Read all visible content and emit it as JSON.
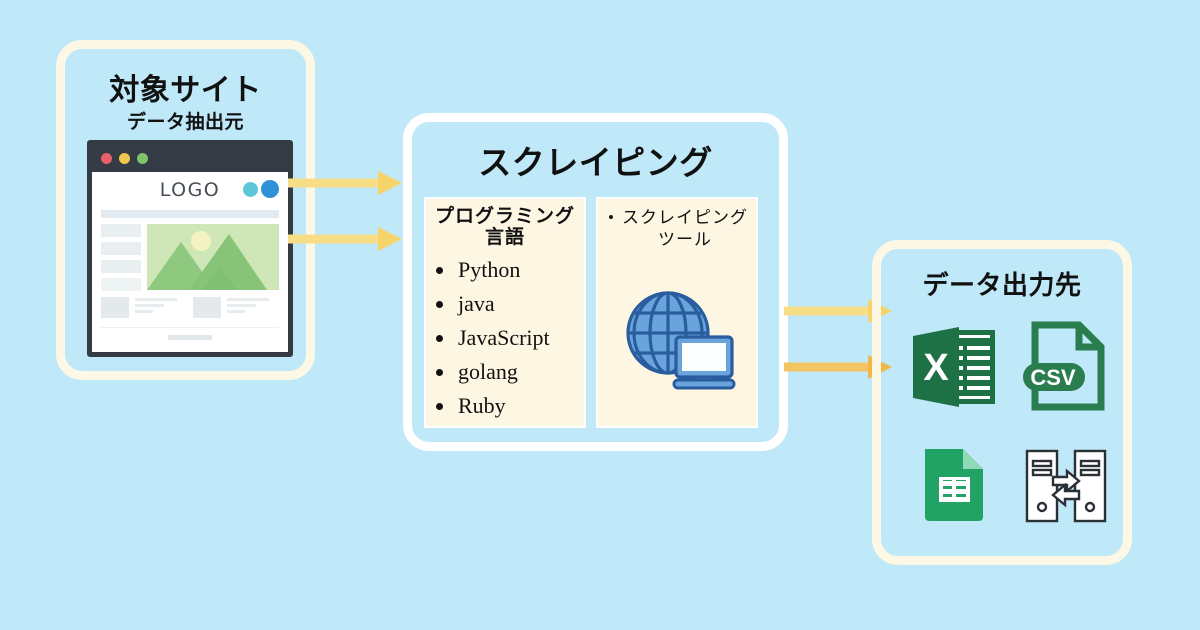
{
  "diagram": {
    "background_color": "#bfe8f8",
    "panel_border_cream": "#fdf8e6",
    "panel_border_white": "#ffffff",
    "subbox_background": "#fdf6e3",
    "arrow_color": "#f5d873",
    "arrow_color_alt": "#f5b942"
  },
  "source_panel": {
    "title": "対象サイト",
    "subtitle": "データ抽出元",
    "browser": {
      "logo_text": "LOGO",
      "traffic_lights": [
        "red-dot",
        "yellow-dot",
        "green-dot"
      ],
      "logo_circles": [
        "teal-circle",
        "blue-circle"
      ],
      "hero_image": "mountain-landscape-placeholder"
    }
  },
  "scraping_panel": {
    "title": "スクレイピング",
    "languages_box": {
      "heading_line1": "プログラミング",
      "heading_line2": "言語",
      "items": [
        "Python",
        "java",
        "JavaScript",
        "golang",
        "Ruby"
      ]
    },
    "tools_box": {
      "bullet": "•",
      "heading_line1": "スクレイピング",
      "heading_line2": "ツール",
      "icon": "globe-computer-icon"
    }
  },
  "output_panel": {
    "title": "データ出力先",
    "icons": [
      {
        "name": "excel-icon",
        "label": "X",
        "color": "#1e7145"
      },
      {
        "name": "csv-file-icon",
        "label": "CSV",
        "color": "#2a7d4f"
      },
      {
        "name": "google-sheets-icon",
        "label": "sheets-grid",
        "color": "#21a366"
      },
      {
        "name": "database-transfer-icon",
        "label": "server-sync",
        "color": "#2b2f36"
      }
    ]
  },
  "arrows": [
    {
      "name": "arrow-source-to-scraping-top",
      "from": "source_panel",
      "to": "scraping_panel"
    },
    {
      "name": "arrow-source-to-scraping-bottom",
      "from": "source_panel",
      "to": "scraping_panel"
    },
    {
      "name": "arrow-scraping-to-output-top",
      "from": "scraping_panel",
      "to": "output_panel"
    },
    {
      "name": "arrow-scraping-to-output-bottom",
      "from": "scraping_panel",
      "to": "output_panel"
    }
  ]
}
